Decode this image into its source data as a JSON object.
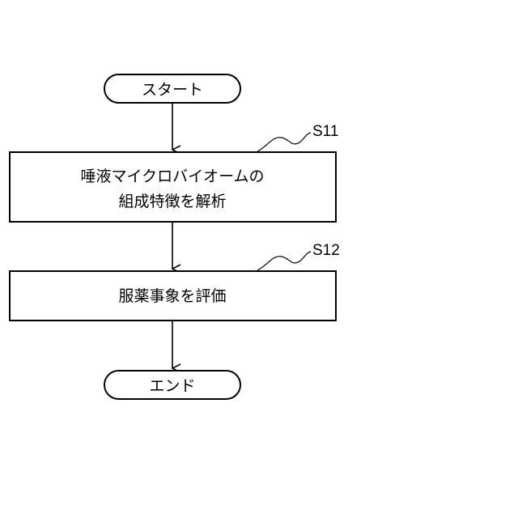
{
  "flowchart": {
    "start": {
      "label": "スタート"
    },
    "steps": [
      {
        "id": "S11",
        "lines": [
          "唾液マイクロバイオームの",
          "組成特徴を解析"
        ]
      },
      {
        "id": "S12",
        "lines": [
          "服薬事象を評価"
        ]
      }
    ],
    "end": {
      "label": "エンド"
    }
  }
}
